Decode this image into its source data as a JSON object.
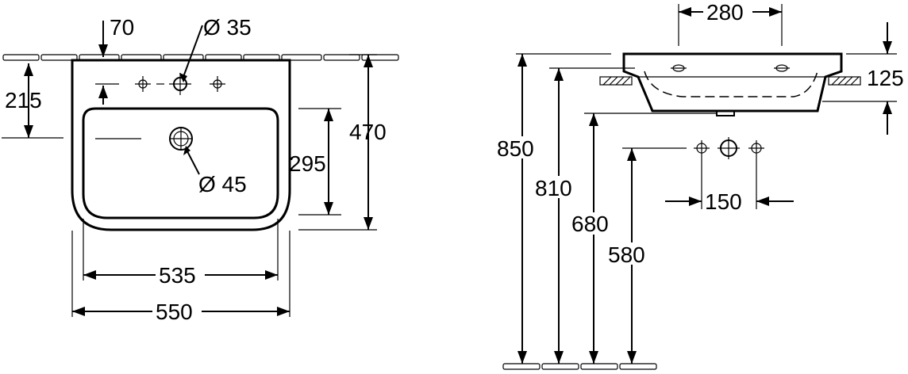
{
  "front_view": {
    "dim_tap_offset": "70",
    "dim_tap_hole": "Ø 35",
    "dim_tap_depth": "215",
    "dim_bowl_depth": "295",
    "dim_total_depth": "470",
    "dim_waste_hole": "Ø 45",
    "dim_bowl_width": "535",
    "dim_total_width": "550"
  },
  "side_view": {
    "dim_tap_spacing_top": "280",
    "dim_basin_height": "125",
    "dim_rim_height": "850",
    "dim_underside_height": "810",
    "dim_waste_height": "680",
    "dim_supply_height": "580",
    "dim_tap_spacing": "150"
  }
}
